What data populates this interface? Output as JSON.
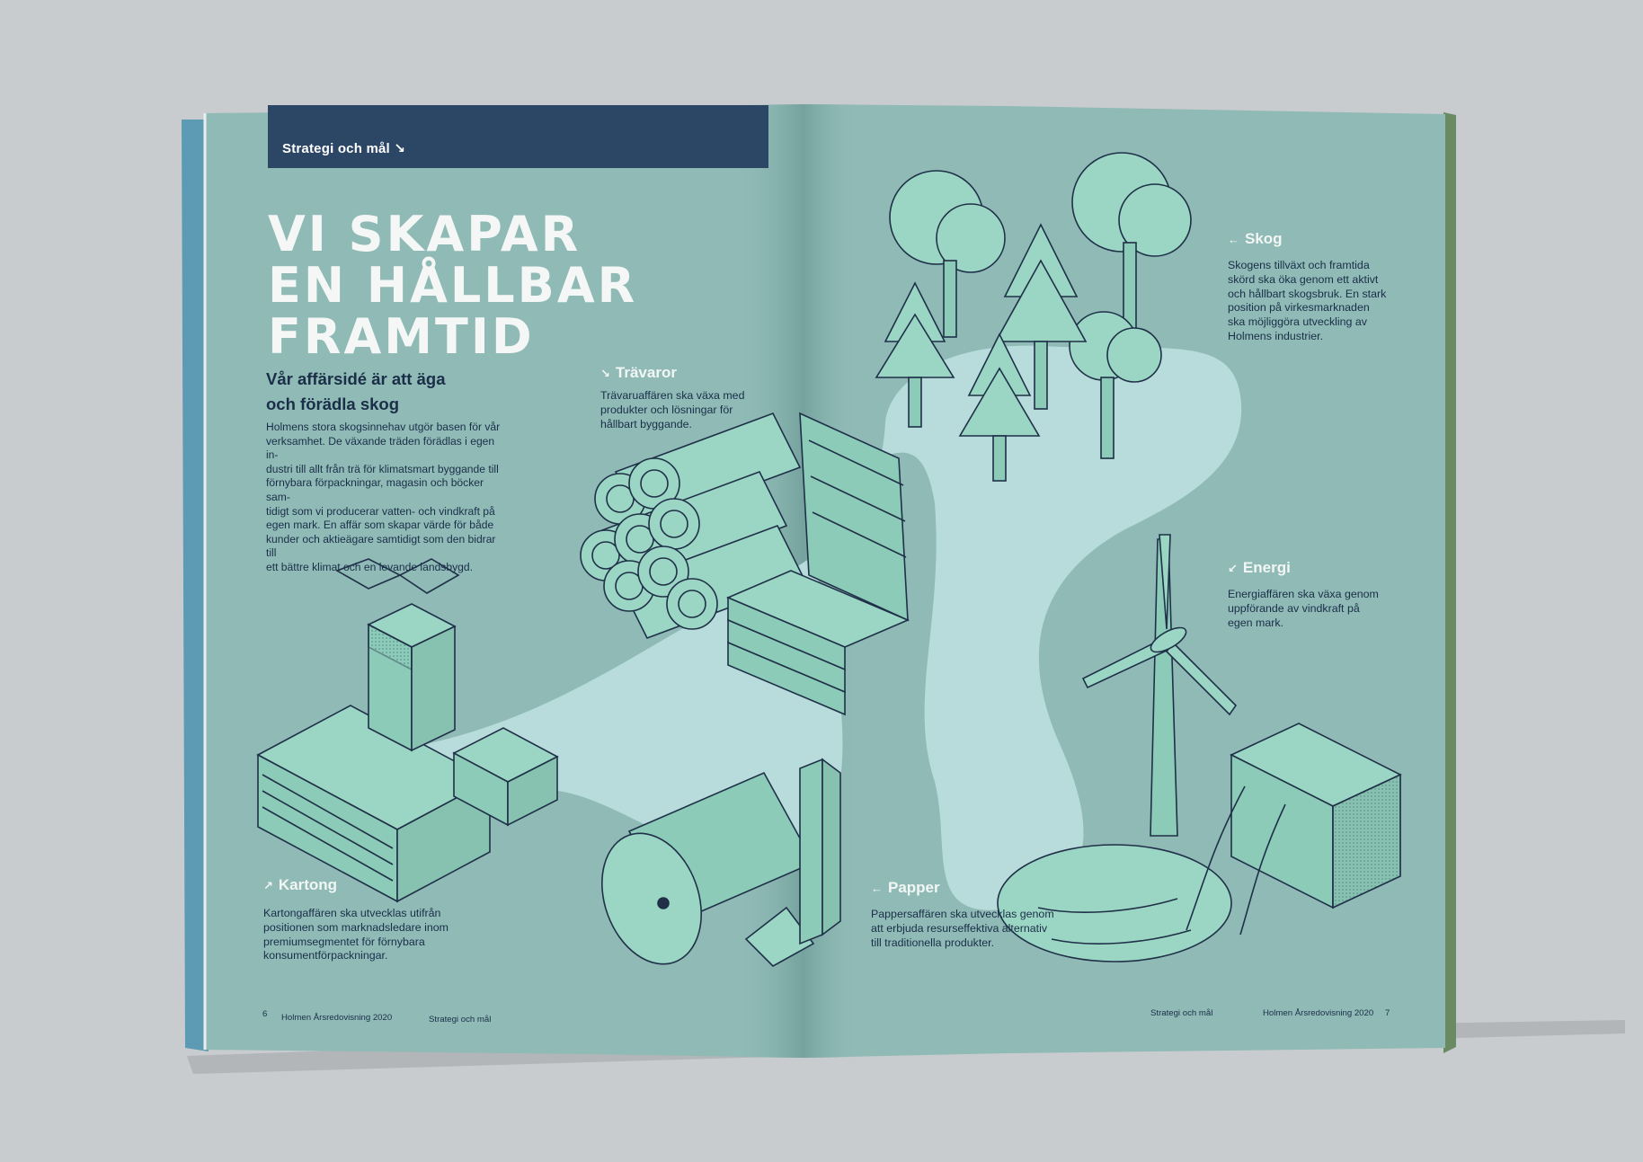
{
  "header": {
    "label": "Strategi och mål ↘"
  },
  "headline": [
    "VI SKAPAR",
    "EN HÅLLBAR",
    "FRAMTID"
  ],
  "subhead": [
    "Vår affärsidé är att äga",
    "och förädla skog"
  ],
  "intro": [
    "Holmens stora skogsinnehav utgör basen för vår",
    "verksamhet. De växande träden förädlas i egen in-",
    "dustri till allt från trä för klimatsmart byggande till",
    "förnybara förpackningar, magasin och böcker sam-",
    "tidigt som vi producerar vatten- och vindkraft på",
    "egen mark. En affär som skapar värde för både",
    "kunder och aktieägare samtidigt som den bidrar till",
    "ett bättre klimat och en levande landsbygd."
  ],
  "sections": {
    "travaror": {
      "arrow": "↘",
      "title": "Trävaror",
      "lines": [
        "Trävaruaffären ska växa med",
        "produkter och lösningar för",
        "hållbart byggande."
      ]
    },
    "kartong": {
      "arrow": "↗",
      "title": "Kartong",
      "lines": [
        "Kartongaffären ska utvecklas utifrån",
        "positionen som marknadsledare inom",
        "premiumsegmentet för förnybara",
        "konsumentförpackningar."
      ]
    },
    "papper": {
      "arrow": "←",
      "title": "Papper",
      "lines": [
        "Pappersaffären ska utvecklas genom",
        "att erbjuda resurseffektiva alternativ",
        "till traditionella produkter."
      ]
    },
    "skog": {
      "arrow": "←",
      "title": "Skog",
      "lines": [
        "Skogens tillväxt och framtida",
        "skörd ska öka genom ett aktivt",
        "och hållbart skogsbruk. En stark",
        "position på virkesmarknaden",
        "ska möjliggöra utveckling av",
        "Holmens industrier."
      ]
    },
    "energi": {
      "arrow": "↙",
      "title": "Energi",
      "lines": [
        "Energiaffären ska växa genom",
        "uppförande av vindkraft på",
        "egen mark."
      ]
    }
  },
  "footer": {
    "left_page": "6",
    "left_pub": "Holmen Årsredovisning 2020",
    "left_section": "Strategi och mål",
    "right_section": "Strategi och mål",
    "right_pub": "Holmen Årsredovisning 2020",
    "right_page": "7"
  },
  "colors": {
    "background": "#c9ccce",
    "page": "#8fbab6",
    "header": "#2c4665",
    "text": "#1b2e48",
    "path": "#b8dcdb",
    "illustration": "#9bd6c4"
  }
}
